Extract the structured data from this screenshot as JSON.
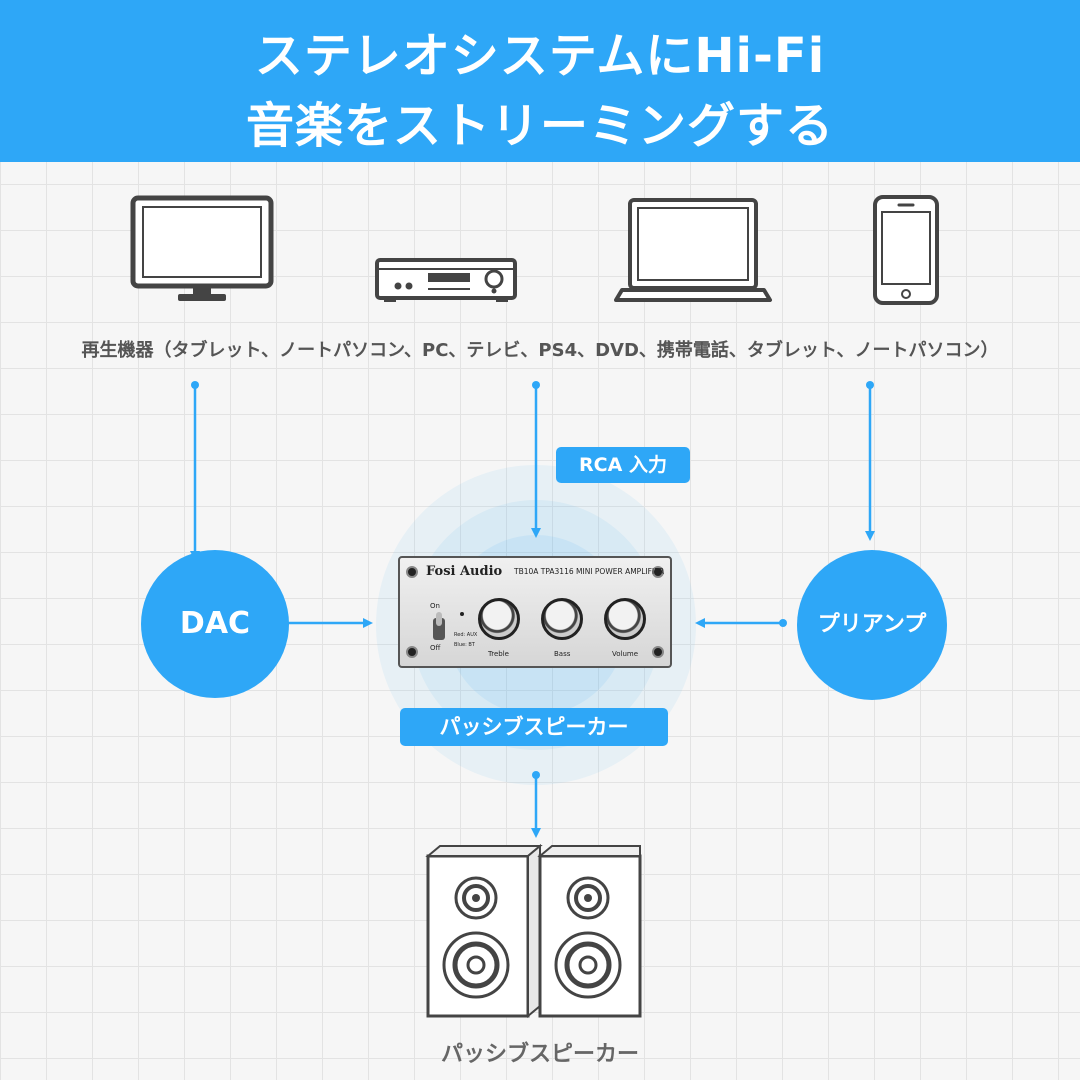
{
  "header": {
    "line1": "ステレオシステムにHi-Fi",
    "line2": "音楽をストリーミングする"
  },
  "devices_caption": "再生機器（タブレット、ノートパソコン、PC、テレビ、PS4、DVD、携帯電話、タブレット、ノートパソコン）",
  "devices": [
    "tv-monitor-icon",
    "dvd-player-icon",
    "laptop-icon",
    "smartphone-icon"
  ],
  "rca_badge": "RCA 入力",
  "dac": "DAC",
  "preamp": "プリアンプ",
  "passive_badge": "パッシブスピーカー",
  "speaker_caption": "パッシブスピーカー",
  "amplifier": {
    "brand": "Fosi Audio",
    "model": "TB10A TPA3116 MINI POWER AMPLIFIER",
    "on": "On",
    "off": "Off",
    "red": "Red: AUX",
    "blue": "Blue: BT",
    "treble": "Treble",
    "bass": "Bass",
    "volume": "Volume"
  },
  "colors": {
    "accent": "#2ea7f7",
    "line": "#2ea7f7",
    "icon": "#444444"
  }
}
